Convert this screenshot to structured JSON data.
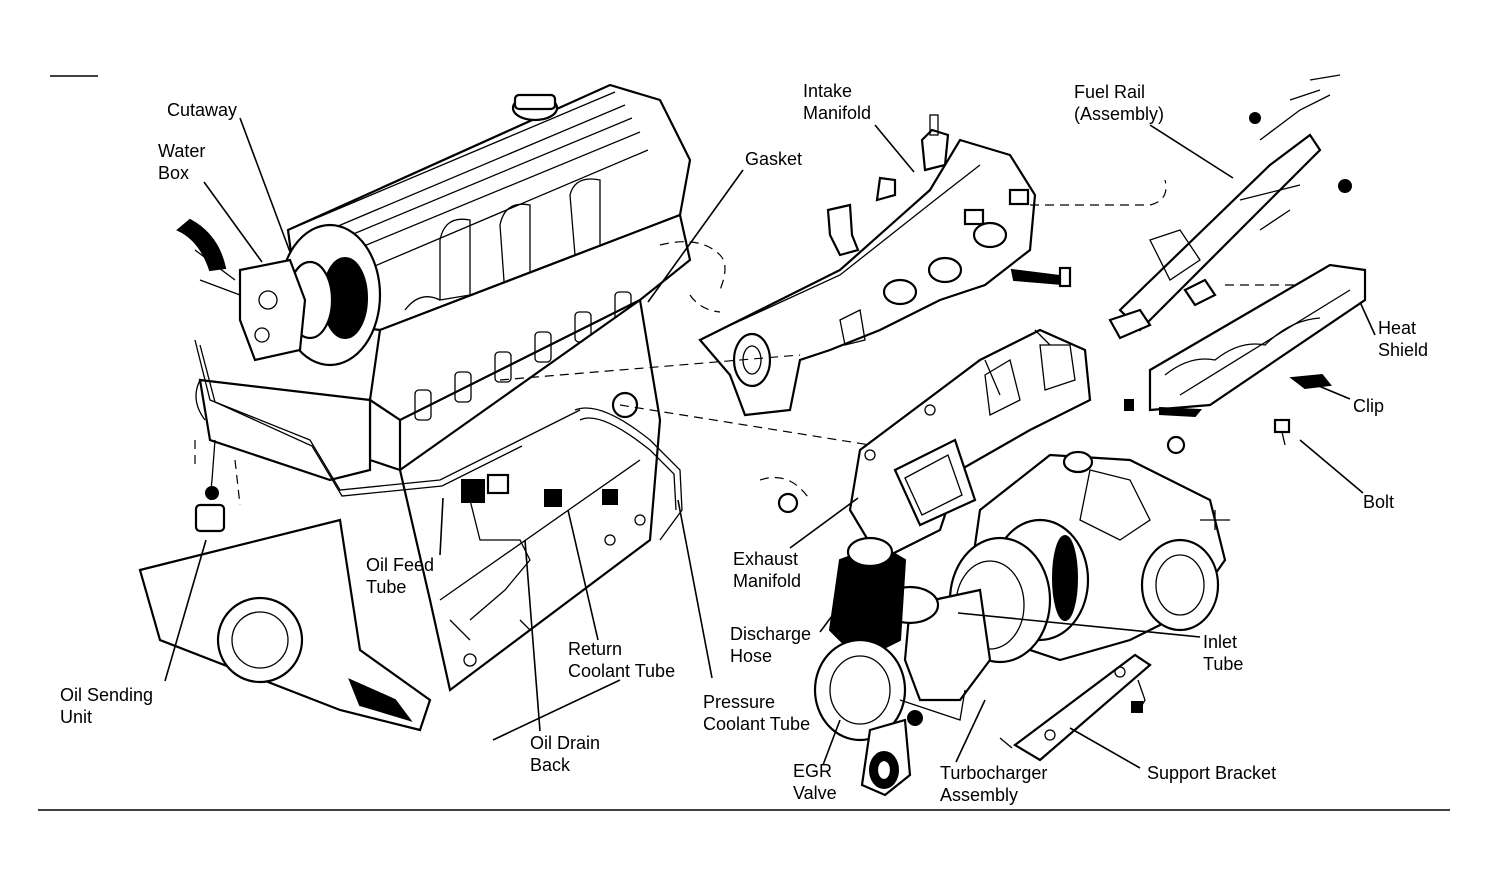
{
  "labels": {
    "cutaway": "Cutaway",
    "water_box": [
      "Water",
      "Box"
    ],
    "gasket": "Gasket",
    "intake_manifold": [
      "Intake",
      "Manifold"
    ],
    "fuel_rail": [
      "Fuel Rail",
      "(Assembly)"
    ],
    "heat_shield": [
      "Heat",
      "Shield"
    ],
    "clip": "Clip",
    "bolt": "Bolt",
    "exhaust_manifold": [
      "Exhaust",
      "Manifold"
    ],
    "discharge_hose": [
      "Discharge",
      "Hose"
    ],
    "inlet_tube": [
      "Inlet",
      "Tube"
    ],
    "oil_feed_tube": [
      "Oil Feed",
      "Tube"
    ],
    "return_coolant_tube": [
      "Return",
      "Coolant Tube"
    ],
    "pressure_coolant_tube": [
      "Pressure",
      "Coolant Tube"
    ],
    "oil_sending_unit": [
      "Oil Sending",
      "Unit"
    ],
    "oil_drain_back": [
      "Oil Drain",
      "Back"
    ],
    "egr_valve": [
      "EGR",
      "Valve"
    ],
    "turbocharger_assembly": [
      "Turbocharger",
      "Assembly"
    ],
    "support_bracket": "Support Bracket"
  }
}
